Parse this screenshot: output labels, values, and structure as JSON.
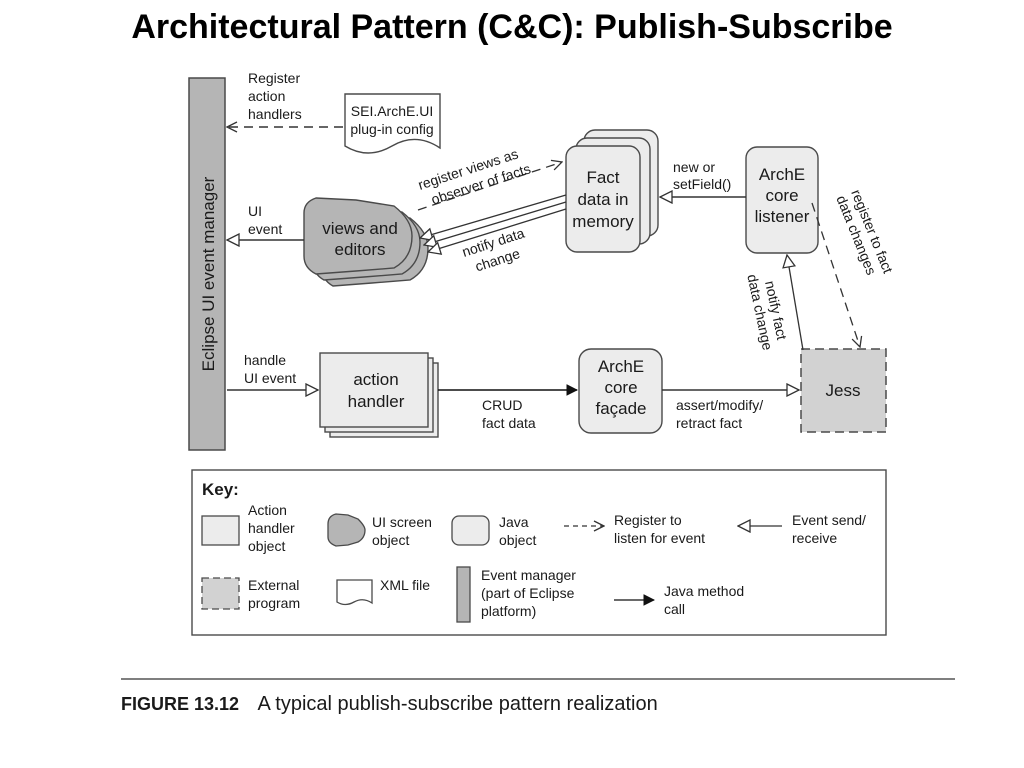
{
  "title": "Architectural Pattern (C&C): Publish-Subscribe",
  "colors": {
    "component_fill": "#ececec",
    "external_fill": "#d2d2d2",
    "event_manager_fill": "#b5b5b5",
    "ui_screen_fill": "#b5b5b5",
    "stroke": "#4a4a4a"
  },
  "diagram": {
    "event_manager_label": "Eclipse UI event manager",
    "plugin_config": [
      "SEI.ArchE.UI",
      "plug-in config"
    ],
    "views_editors": [
      "views and",
      "editors"
    ],
    "fact_data": [
      "Fact",
      "data in",
      "memory"
    ],
    "core_listener": [
      "ArchE",
      "core",
      "listener"
    ],
    "action_handler": [
      "action",
      "handler"
    ],
    "core_facade": [
      "ArchE",
      "core",
      "façade"
    ],
    "jess": "Jess",
    "register_handlers": [
      "Register",
      "action",
      "handlers"
    ],
    "ui_event": [
      "UI",
      "event"
    ],
    "handle_ui_event": [
      "handle",
      "UI event"
    ],
    "register_views": [
      "register views as",
      "observer of facts"
    ],
    "notify_change": [
      "notify data",
      "change"
    ],
    "new_or_setfield": [
      "new or",
      "setField()"
    ],
    "register_fact": [
      "register to fact",
      "data changes"
    ],
    "notify_fact": [
      "notify fact",
      "data change"
    ],
    "crud": [
      "CRUD",
      "fact data"
    ],
    "assert_modify": [
      "assert/modify/",
      "retract fact"
    ]
  },
  "key": {
    "title": "Key:",
    "action_handler": [
      "Action",
      "handler",
      "object"
    ],
    "ui_screen": [
      "UI screen",
      "object"
    ],
    "java_object": [
      "Java",
      "object"
    ],
    "register_listen": [
      "Register to",
      "listen for event"
    ],
    "event_send": [
      "Event send/",
      "receive"
    ],
    "external_program": [
      "External",
      "program"
    ],
    "xml_file": "XML file",
    "event_manager": [
      "Event manager",
      "(part of Eclipse",
      "platform)"
    ],
    "java_call": [
      "Java method",
      "call"
    ]
  },
  "caption": {
    "figure": "FIGURE 13.12",
    "text": "A typical publish-subscribe pattern realization"
  }
}
